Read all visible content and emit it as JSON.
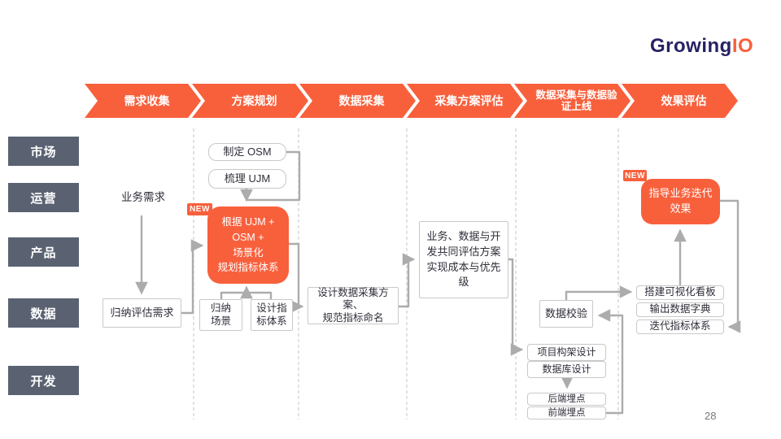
{
  "logo": {
    "text_primary": "Growing",
    "text_accent": "IO"
  },
  "page_number": "28",
  "colors": {
    "accent_orange": "#F8603C",
    "role_slate": "#5A6272",
    "connector_gray": "#ACACAC",
    "box_border_gray": "#C9C9C9",
    "logo_navy": "#272264"
  },
  "new_badge_label": "NEW",
  "phases": [
    "需求收集",
    "方案规划",
    "数据采集",
    "采集方案评估",
    "数据采集与数据验证上线",
    "效果评估"
  ],
  "roles": [
    "市场",
    "运营",
    "产品",
    "数据",
    "开发"
  ],
  "nodes": {
    "business_need": "业务需求",
    "summarize_need": "归纳评估需求",
    "define_osm": "制定 OSM",
    "comb_ujm": "梳理 UJM",
    "plan_metric_system": "根据 UJM +\nOSM  +\n场景化\n规划指标体系",
    "summarize_scene": "归纳\n场景",
    "design_metric_system": "设计指\n标体系",
    "design_collection_plan": "设计数据采集方案、\n规范指标命名",
    "joint_evaluation": "业务、数据与开\n发共同评估方案\n实现成本与优先\n级",
    "data_validation": "数据校验",
    "project_architecture": "项目构架设计",
    "database_design": "数据库设计",
    "backend_tracking": "后端埋点",
    "frontend_tracking": "前端埋点",
    "build_dashboard": "搭建可视化看板",
    "output_dictionary": "输出数据字典",
    "iterate_metrics": "迭代指标体系",
    "guide_iteration": "指导业务迭代\n效果"
  }
}
